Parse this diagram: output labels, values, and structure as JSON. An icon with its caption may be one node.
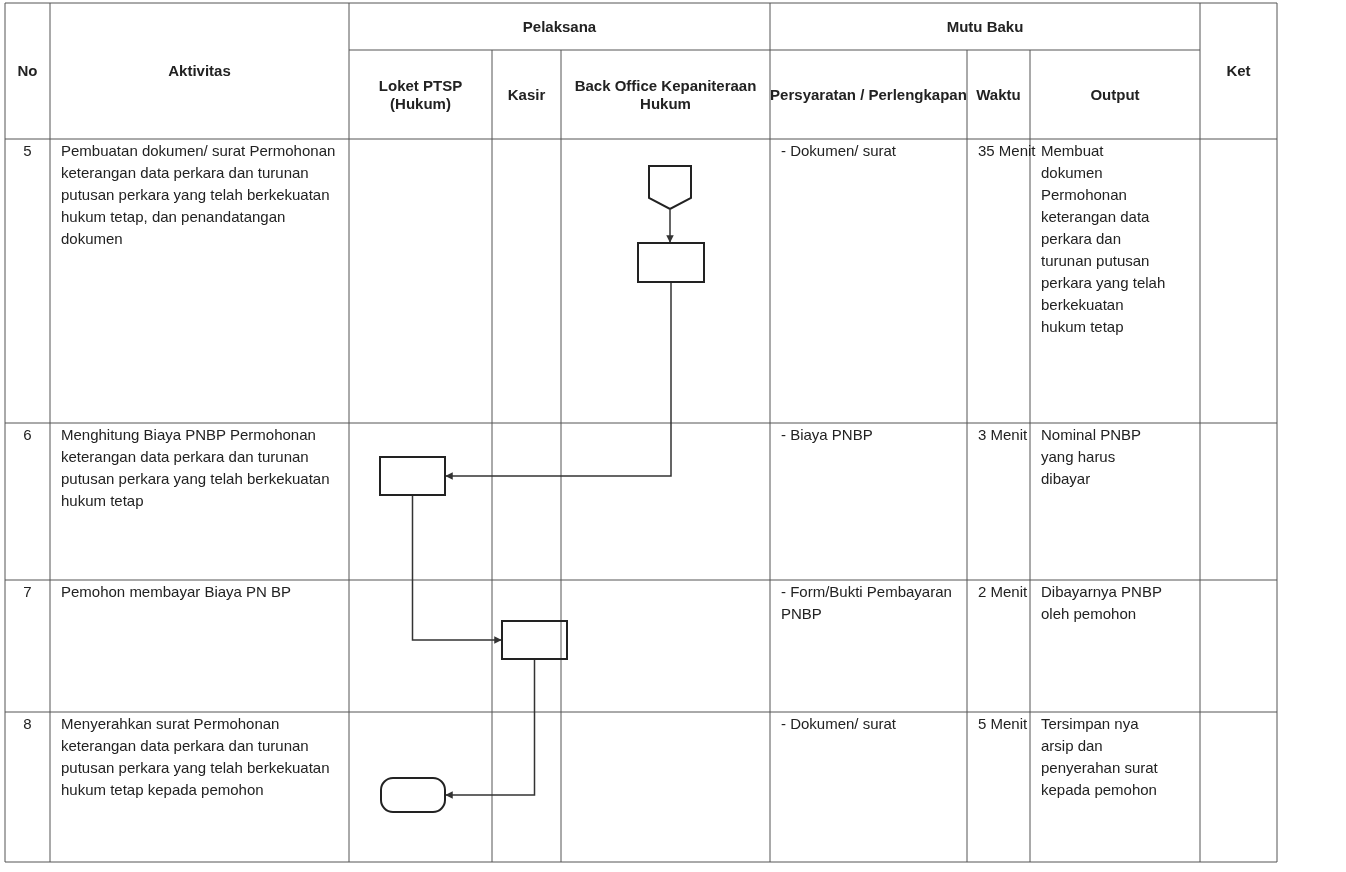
{
  "diagram": {
    "nodes": [
      {
        "text": [],
        "shape": "pentagon"
      },
      {
        "text": [],
        "shape": "box"
      },
      {
        "text": [],
        "shape": "box"
      },
      {
        "text": [],
        "shape": "box"
      },
      {
        "text": [],
        "shape": "pill"
      }
    ],
    "edges": [
      {
        "from": 0,
        "to": 1,
        "arrow": "to"
      },
      {
        "from": 1,
        "to": 2,
        "arrow": "to"
      },
      {
        "from": 2,
        "to": 3,
        "arrow": "to"
      },
      {
        "from": 3,
        "to": 4,
        "arrow": "to"
      }
    ],
    "labels": [
      "No",
      "Aktivitas",
      "Pelaksana",
      "Mutu Baku",
      "Ket",
      "Loket PTSP (Hukum)",
      "Kasir",
      "Back Office Kepaniteraan Hukum",
      "Persyaratan / Perlengkapan",
      "Waktu",
      "Output",
      "5",
      "Pembuatan dokumen/ surat Permohonan keterangan data perkara dan turunan putusan perkara yang telah berkekuatan hukum tetap, dan penandatangan dokumen",
      "- Dokumen/ surat",
      "35 Menit",
      "Membuat dokumen Permohonan keterangan data perkara dan turunan putusan perkara yang telah berkekuatan hukum tetap",
      "6",
      "Menghitung Biaya PNBP Permohonan keterangan data perkara dan turunan putusan perkara yang telah berkekuatan hukum tetap",
      "- Biaya PNBP",
      "3 Menit",
      "Nominal PNBP yang harus dibayar",
      "7",
      "Pemohon membayar Biaya PN BP",
      "- Form/Bukti Pembayaran PNBP",
      "2 Menit",
      "Dibayarnya PNBP oleh pemohon",
      "8",
      "Menyerahkan surat Permohonan keterangan data perkara dan turunan putusan perkara yang telah berkekuatan hukum tetap kepada pemohon",
      "- Dokumen/ surat",
      "5 Menit",
      "Tersimpan nya arsip dan penyerahan surat kepada pemohon"
    ]
  }
}
